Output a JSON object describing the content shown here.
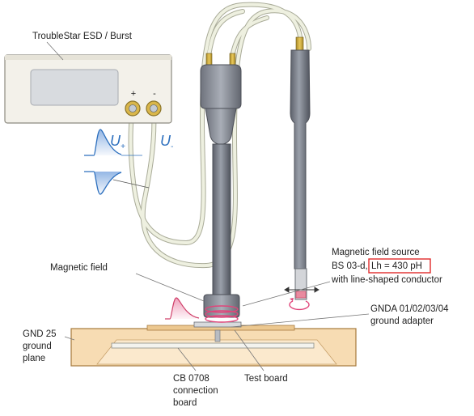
{
  "labels": {
    "device": "TroubleStar ESD / Burst",
    "plus": "+",
    "minus": "-",
    "u_symbol": "U",
    "u_plus_sub": "+",
    "u_minus_sub": "-",
    "magnetic_field": "Magnetic field",
    "source_title": "Magnetic field source",
    "source_model": "BS 03-d,",
    "source_inductance": "Lh = 430 pH",
    "source_desc": "with line-shaped conductor",
    "gnda_line1": "GNDA 01/02/03/04",
    "gnda_line2": "ground adapter",
    "gnd_line1": "GND 25",
    "gnd_line2": "ground",
    "gnd_line3": "plane",
    "test_board": "Test board",
    "cb_line1": "CB 0708",
    "cb_line2": "connection",
    "cb_line3": "board"
  },
  "colors": {
    "accent_blue": "#2c6fbe",
    "highlight_red": "#e02a2a",
    "coil_pink": "#e0457a",
    "ground_fill": "#f7dcb3",
    "cable": "#e4e6d4",
    "probe_gray": "#7a7f8a"
  }
}
